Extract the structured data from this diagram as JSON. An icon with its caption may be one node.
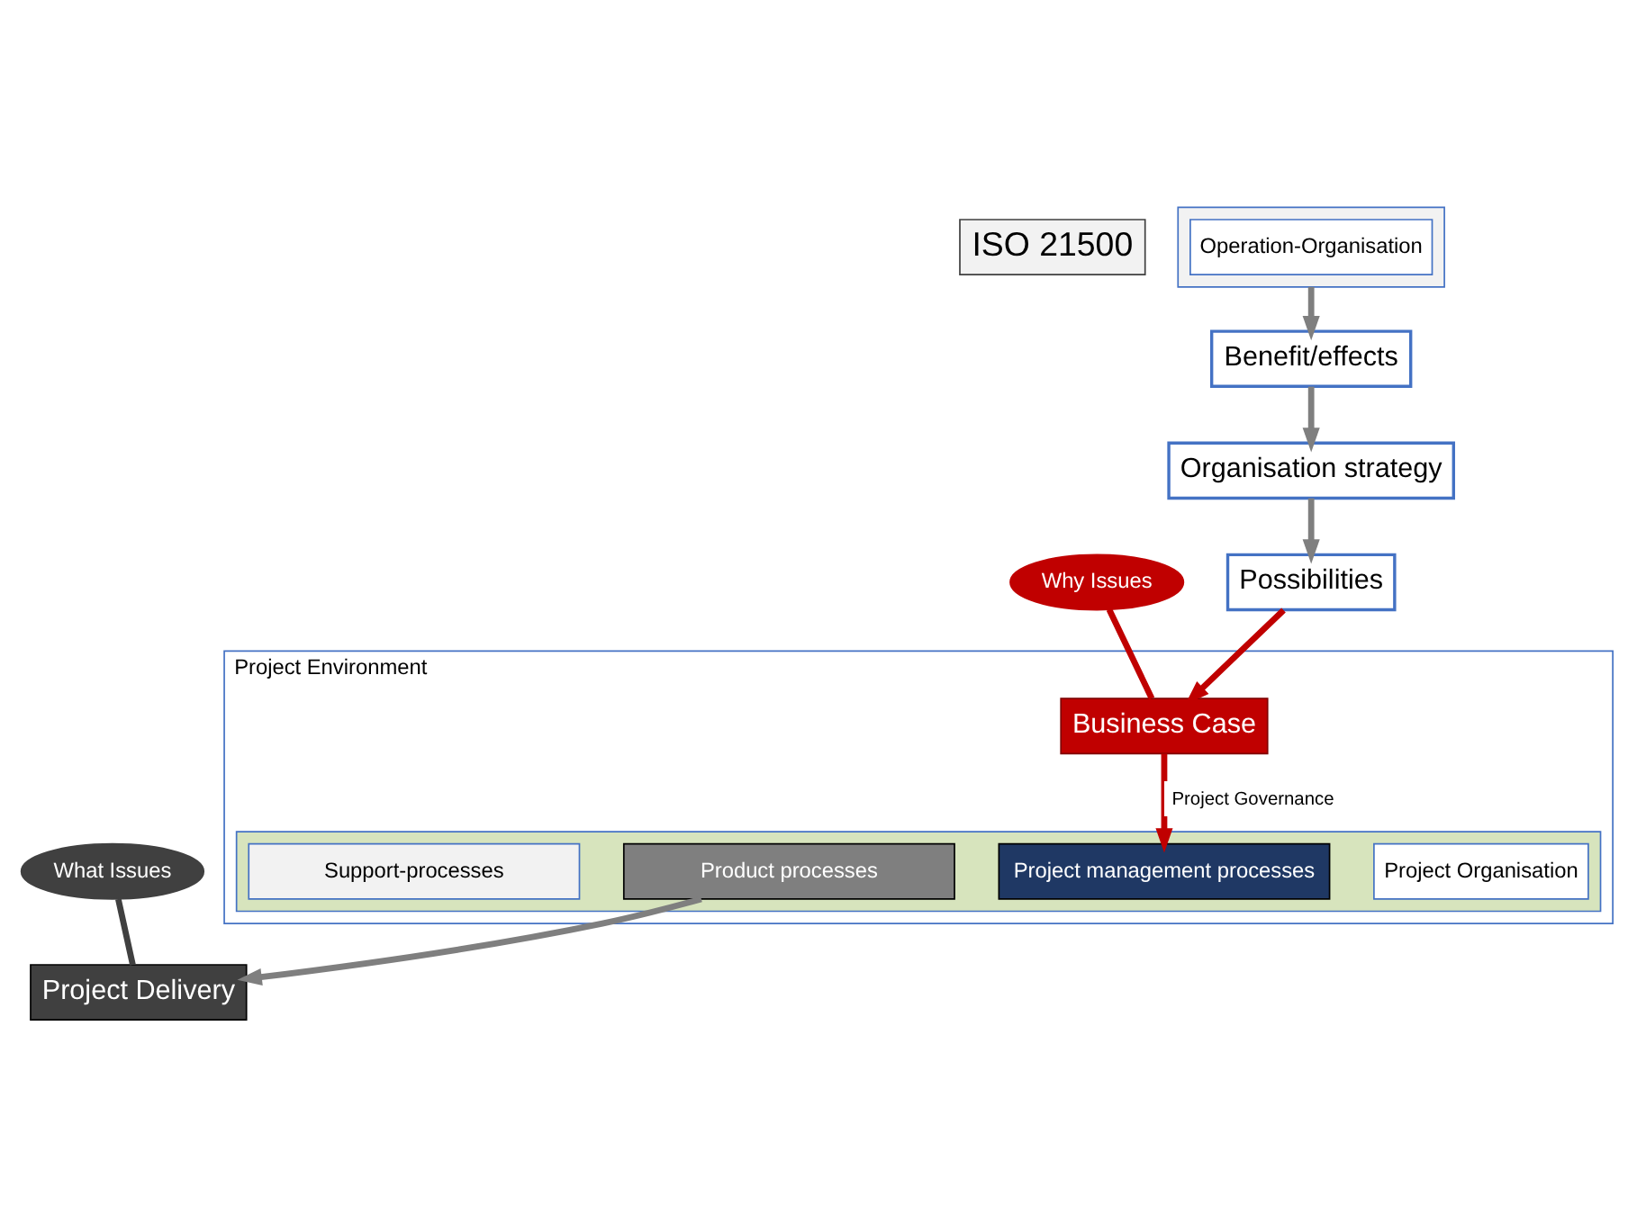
{
  "diagram": {
    "nodes": [
      {
        "text": [
          "ISO 21500"
        ]
      },
      {
        "text": [
          "Organisation strategy"
        ]
      },
      {
        "text": [
          "Benefit/effects"
        ]
      },
      {
        "text": [
          "Possibilities"
        ]
      },
      {
        "text": [
          "Why Issues"
        ]
      },
      {
        "text": [],
        "shape": "box"
      },
      {
        "text": [
          "Project Environment"
        ]
      },
      {
        "text": [
          "Business Case"
        ],
        "in": 6
      },
      {
        "text": [],
        "shape": "box",
        "in": 6
      },
      {
        "text": [
          "Project Organisation"
        ],
        "in": 8
      },
      {
        "text": [
          "Project management processes"
        ],
        "in": 8
      },
      {
        "text": [
          "Product processes"
        ],
        "in": 8
      },
      {
        "text": [
          "Support-processes"
        ],
        "in": 8
      },
      {
        "text": [
          "Operation-Organisation"
        ],
        "in": 5
      },
      {
        "text": [
          "What Issues"
        ]
      },
      {
        "text": [
          "Project Delivery"
        ]
      }
    ],
    "edges": [
      {
        "from": 2,
        "to": 1,
        "arrow": "to"
      },
      {
        "from": 1,
        "to": 3,
        "arrow": "to"
      },
      {
        "from": 3,
        "to": 7,
        "arrow": "to",
        "color": "#c00000"
      },
      {
        "from": 7,
        "to": 10,
        "arrow": "to",
        "label": "Project Governance",
        "color": "#c00000"
      },
      {
        "from": 11,
        "to": 15,
        "arrow": "to"
      },
      {
        "from": 5,
        "to": 2,
        "arrow": "to"
      },
      {
        "from": 4,
        "to": 7,
        "arrow": "none",
        "color": "#c00000"
      },
      {
        "from": 14,
        "to": 15,
        "arrow": "none",
        "color": "#404040"
      }
    ]
  }
}
